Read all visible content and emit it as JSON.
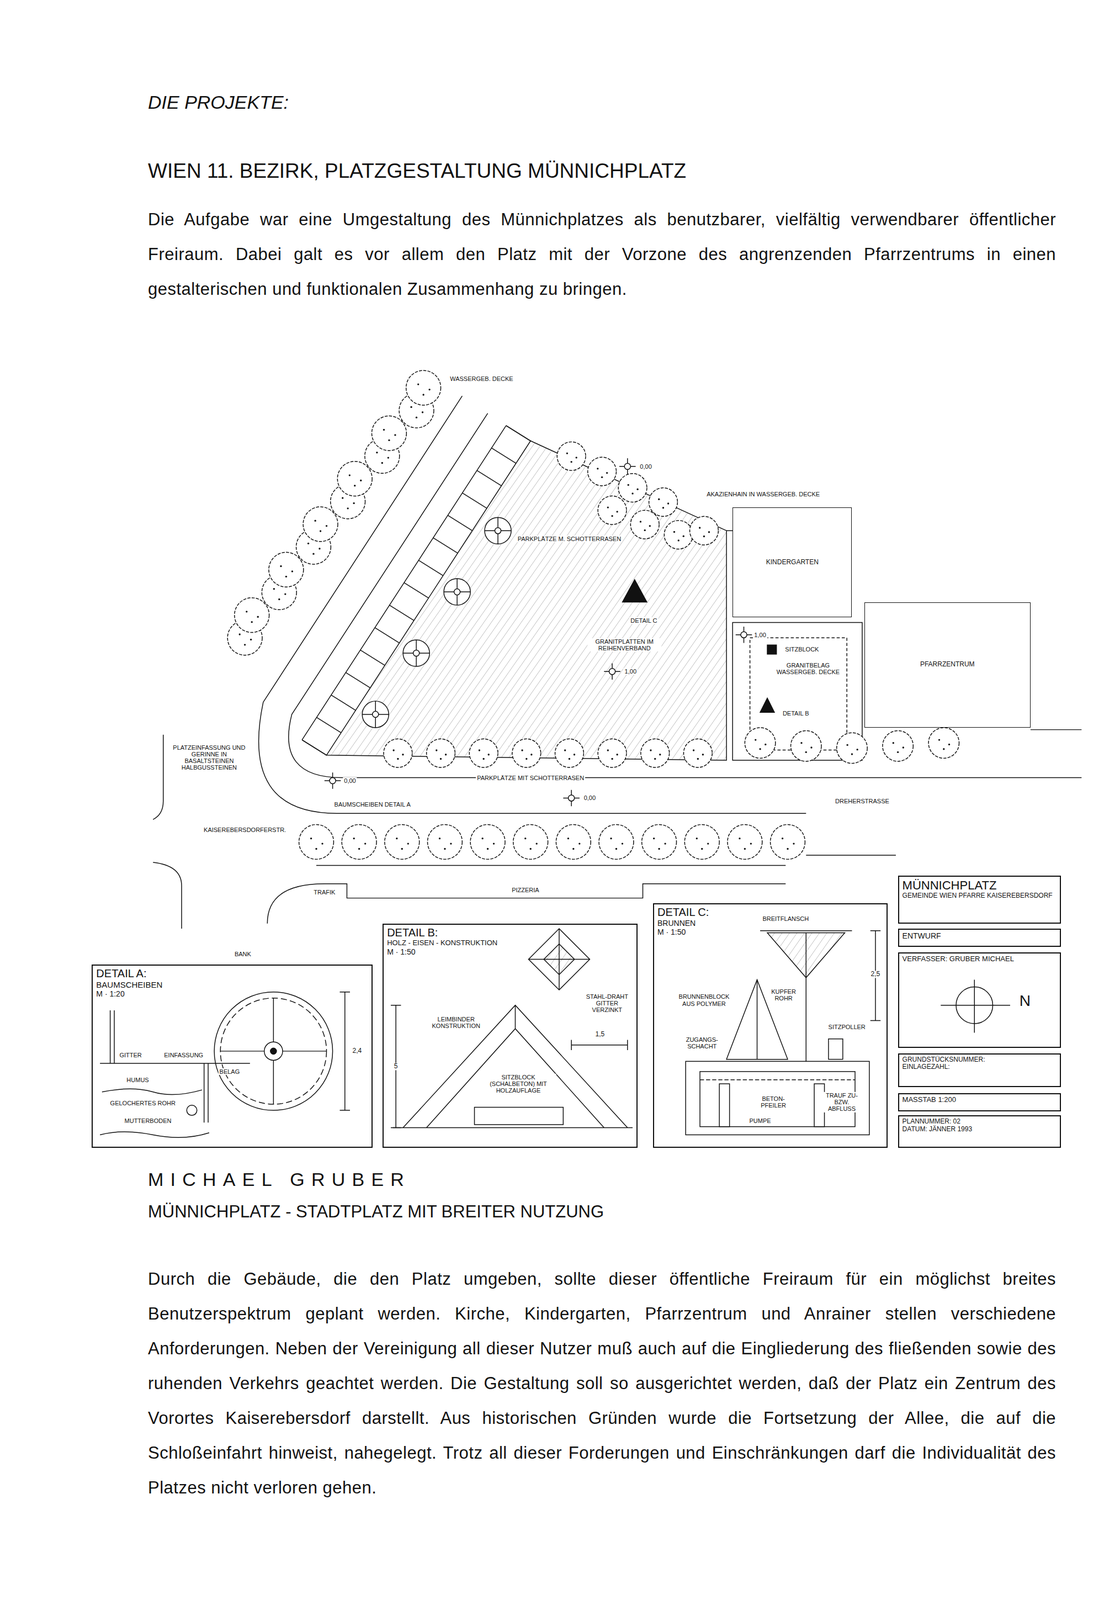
{
  "diagram": {
    "title": "WIEN 11. BEZIRK, PLATZGESTALTUNG MÜNNICHPLATZ",
    "nodes": [
      {
        "text": [
          "KINDERGARTEN"
        ]
      },
      {
        "text": [
          "PFARRZENTRUM"
        ]
      },
      {
        "text": [
          "DETAIL A:",
          "BAUMSCHEIBEN",
          "M · 1:20"
        ]
      },
      {
        "text": [
          "DETAIL B:",
          "HOLZ - EISEN - KONSTRUKTION",
          "M · 1:50"
        ]
      },
      {
        "text": [
          "DETAIL C:",
          "BRUNNEN",
          "M · 1:50"
        ]
      },
      {
        "text": [
          "MÜNNICHPLATZ",
          "GEMEINDE WIEN PFARRE KAISEREBERSDORF"
        ]
      },
      {
        "text": [
          "ENTWURF"
        ]
      },
      {
        "text": [
          "VERFASSER: GRUBER MICHAEL",
          "N"
        ]
      },
      {
        "text": [
          "GRUNDSTÜCKSNUMMER:",
          "EINLAGEZAHL:"
        ]
      },
      {
        "text": [
          "MASSTAB 1:200"
        ]
      },
      {
        "text": [
          "PLANNUMMER: 02",
          "DATUM: JÄNNER 1993"
        ]
      }
    ],
    "labels": [
      "DIE PROJEKTE:",
      "Die Aufgabe war eine Umgestaltung des Münnichplatzes als benutzbarer, vielfältig verwendbarer öffentlicher Freiraum. Dabei galt es vor allem den Platz mit der Vorzone des angrenzenden Pfarrzentrums in einen gestalterischen und funktionalen Zusammenhang zu bringen.",
      "WASSERGEB. DECKE",
      "0,00",
      "AKAZIENHAIN IN WASSERGEB. DECKE",
      "PARKPLÄTZE M. SCHOTTERRASEN",
      "DETAIL C",
      "GRANITPLATTEN IM REIHENVERBAND",
      "1,00",
      "1,00",
      "SITZBLOCK",
      "GRANITBELAG WASSERGEB. DECKE",
      "DETAIL B",
      "PLATZEINFASSUNG UND GERINNE IN BASALTSTEINEN HALBGUSSTEINEN",
      "0,00",
      "PARKPLÄTZE MIT SCHOTTERRASEN",
      "0,00",
      "BAUMSCHEIBEN DETAIL A",
      "DREHERSTRASSE",
      "KAISEREBERSDORFERSTR.",
      "TRAFIK",
      "PIZZERIA",
      "BANK",
      "GITTER",
      "EINFASSUNG",
      "BELAG",
      "HUMUS",
      "GELOCHERTES ROHR",
      "MUTTERBODEN",
      "2,4",
      "LEIMBINDER KONSTRUKTION",
      "STAHL-DRAHT GITTER VERZINKT",
      "SITZBLOCK (SCHALBETON) MIT HOLZAUFLAGE",
      "1,5",
      "5",
      "BREITFLANSCH",
      "BRUNNENBLOCK AUS POLYMER",
      "KUPFER ROHR",
      "SITZPOLLER",
      "ZUGANGS-SCHACHT",
      "BETON-PFEILER",
      "TRAUF ZU- BZW. ABFLUSS",
      "PUMPE",
      "2,5",
      "MICHAEL GRUBER",
      "MÜNNICHPLATZ - STADTPLATZ MIT BREITER NUTZUNG",
      "Durch die Gebäude, die den Platz umgeben, sollte dieser öffentliche Freiraum für ein möglichst breites Benutzerspektrum geplant werden. Kirche, Kindergarten, Pfarrzentrum und Anrainer stellen verschiedene Anforderungen. Neben der Vereinigung all dieser Nutzer muß auch auf die Eingliederung des fließenden sowie des ruhenden Verkehrs geachtet werden. Die Gestaltung soll so ausgerichtet werden, daß der Platz ein Zentrum des Vorortes Kaiserebersdorf darstellt. Aus historischen Gründen wurde die Fortsetzung der Allee, die auf die Schloßeinfahrt hinweist, nahegelegt. Trotz all dieser Forderungen und Einschränkungen darf die Individualität des Platzes nicht verloren gehen."
    ]
  }
}
